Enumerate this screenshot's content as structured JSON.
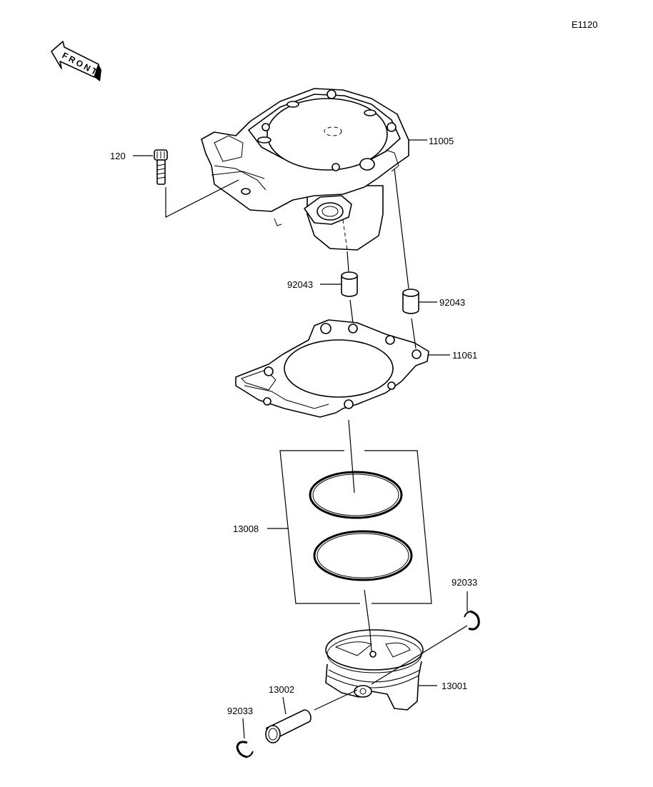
{
  "diagram": {
    "code": "E1120",
    "front_label": "FRONT",
    "callouts": [
      {
        "id": "bolt",
        "label": "120"
      },
      {
        "id": "cylinder",
        "label": "11005"
      },
      {
        "id": "dowel_left",
        "label": "92043"
      },
      {
        "id": "dowel_right",
        "label": "92043"
      },
      {
        "id": "gasket",
        "label": "11061"
      },
      {
        "id": "ring_set",
        "label": "13008"
      },
      {
        "id": "circlip_right",
        "label": "92033"
      },
      {
        "id": "piston",
        "label": "13001"
      },
      {
        "id": "piston_pin",
        "label": "13002"
      },
      {
        "id": "circlip_left",
        "label": "92033"
      }
    ]
  }
}
